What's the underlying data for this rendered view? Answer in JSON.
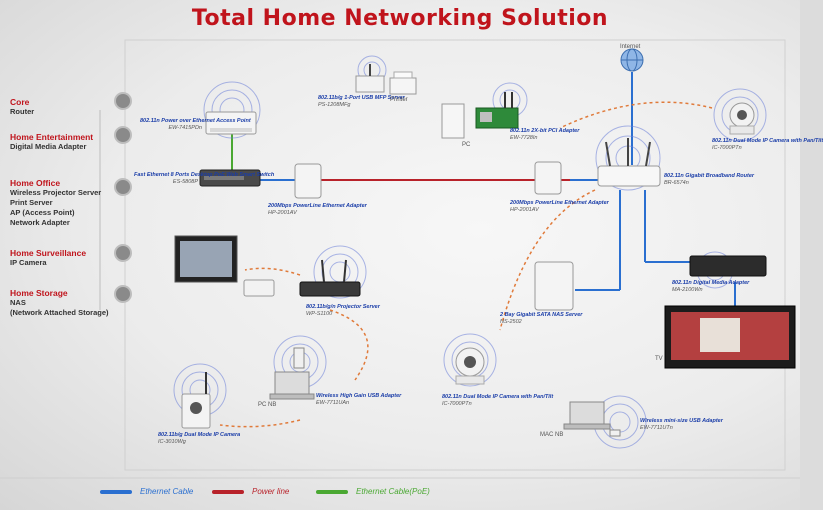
{
  "title": "Total Home Networking Solution",
  "categories": [
    {
      "title": "Core",
      "items": [
        "Router"
      ],
      "icon": "router-icon"
    },
    {
      "title": "Home Entertainment",
      "items": [
        "Digital Media Adapter"
      ],
      "icon": "gamepad-icon"
    },
    {
      "title": "Home Office",
      "items": [
        "Wireless Projector Server",
        "Print Server",
        "AP (Access Point)",
        "Network Adapter"
      ],
      "icon": "printer-icon"
    },
    {
      "title": "Home Surveillance",
      "items": [
        "IP Camera"
      ],
      "icon": "camera-icon"
    },
    {
      "title": "Home Storage",
      "items": [
        "NAS",
        "(Network Attached Storage)"
      ],
      "icon": "storage-icon"
    }
  ],
  "devices": {
    "internet": "Internet",
    "poe_ap": {
      "name": "802.11n Power over Ethernet Access Point",
      "model": "EW-7415PDn"
    },
    "mfp_server": {
      "name": "802.11b/g 1-Port USB MFP Server",
      "model": "PS-1208MFg"
    },
    "printer": "Printer",
    "pc": "PC",
    "pci_adapter": {
      "name": "802.11n 2X-bit PCI Adapter",
      "model": "EW-7728In"
    },
    "ipcam_top": {
      "name": "802.11n Dual Mode IP Camera with Pan/Tilt",
      "model": "IC-7000PTn"
    },
    "poe_switch": {
      "name": "Fast Ethernet 8 Ports Desktop PoE Web Smart Switch",
      "model": "ES-5808P"
    },
    "plc_left": {
      "name": "200Mbps PowerLine Ethernet Adapter",
      "model": "HP-2001AV"
    },
    "plc_right": {
      "name": "200Mbps PowerLine Ethernet Adapter",
      "model": "HP-2001AV"
    },
    "router": {
      "name": "802.11n Gigabit Broadband Router",
      "model": "BR-6574n"
    },
    "media_adapter": {
      "name": "802.11n Digital Media Adapter",
      "model": "MA-2100Wn"
    },
    "tv": "TV",
    "nas": {
      "name": "2 Bay Gigabit SATA NAS Server",
      "model": "NS-2502"
    },
    "projector_server": {
      "name": "802.11b/g/n Projector Server",
      "model": "WP-S1100"
    },
    "usb_high_gain": {
      "name": "Wireless High Gain USB Adapter",
      "model": "EW-7711UAn"
    },
    "pc_nb": "PC NB",
    "ipcam_small": {
      "name": "802.11b/g Dual Mode IP Camera",
      "model": "IC-3010Wg"
    },
    "ipcam_bottom": {
      "name": "802.11n Dual Mode IP Camera with Pan/Tilt",
      "model": "IC-7000PTn"
    },
    "mac_nb": "MAC NB",
    "usb_mini": {
      "name": "Wireless mini-size USB Adapter",
      "model": "EW-7711UTn"
    }
  },
  "legend": [
    {
      "label": "Ethernet Cable",
      "color": "#2a6fd0"
    },
    {
      "label": "Power line",
      "color": "#b8222a"
    },
    {
      "label": "Ethernet Cable(PoE)",
      "color": "#4aa832"
    }
  ],
  "colors": {
    "accent": "#c0141c",
    "ethernet": "#2a6fd0",
    "powerline": "#b8222a",
    "poe": "#4aa832",
    "wireless": "#e07a3a"
  }
}
